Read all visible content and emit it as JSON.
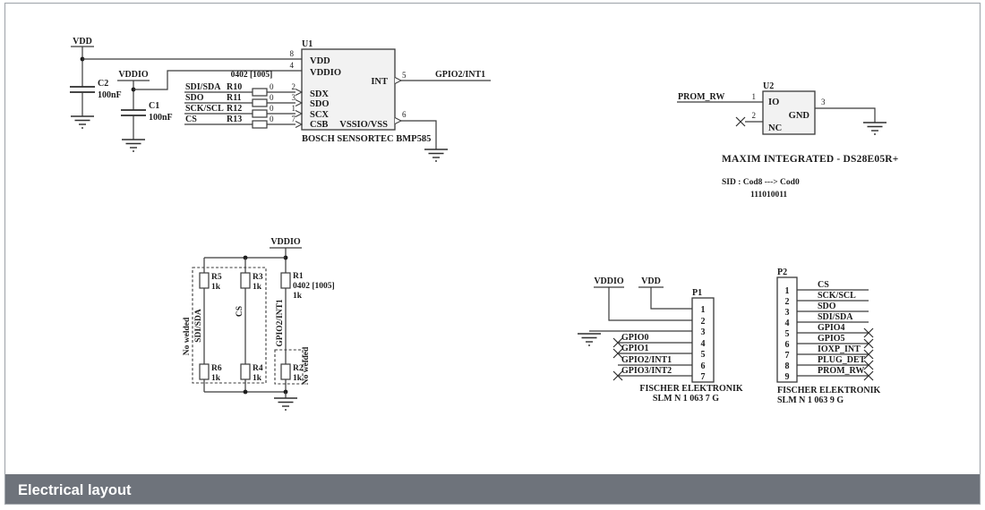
{
  "footer": {
    "title": "Electrical layout"
  },
  "colors": {
    "footer_bar": "#6e737b",
    "chip_fill": "#f2f2f2",
    "line": "#3a3a3a",
    "border": "#a5aaaf"
  },
  "power": {
    "vdd": "VDD",
    "vddio": "VDDIO"
  },
  "caps": {
    "c2_ref": "C2",
    "c2_val": "100nF",
    "c1_ref": "C1",
    "c1_val": "100nF"
  },
  "series_resistors": {
    "note": "0402 [1005]",
    "rows": [
      {
        "net": "SDI/SDA",
        "ref": "R10",
        "value": "0"
      },
      {
        "net": "SDO",
        "ref": "R11",
        "value": "0"
      },
      {
        "net": "SCK/SCL",
        "ref": "R12",
        "value": "0"
      },
      {
        "net": "CS",
        "ref": "R13",
        "value": "0"
      }
    ]
  },
  "sensor": {
    "ref": "U1",
    "name": "BOSCH SENSORTEC BMP585",
    "int_net": "GPIO2/INT1",
    "pins": {
      "vdd": {
        "num": "8",
        "name": "VDD"
      },
      "vddio": {
        "num": "4",
        "name": "VDDIO"
      },
      "sdx": {
        "num": "2",
        "name": "SDX"
      },
      "sdo": {
        "num": "3",
        "name": "SDO"
      },
      "scx": {
        "num": "1",
        "name": "SCX"
      },
      "csb": {
        "num": "7",
        "name": "CSB"
      },
      "int": {
        "num": "5",
        "name": "INT"
      },
      "vss": {
        "num": "6",
        "name": "VSSIO/VSS"
      }
    }
  },
  "eeprom": {
    "ref": "U2",
    "name": "MAXIM INTEGRATED - DS28E05R+",
    "net": "PROM_RW",
    "sid_label": "SID :  Cod8 ---> Cod0",
    "sid_value": "111010011",
    "pins": {
      "io": {
        "num": "1",
        "name": "IO"
      },
      "nc": {
        "num": "2",
        "name": "NC"
      },
      "gnd": {
        "num": "3",
        "name": "GND"
      }
    }
  },
  "pullups": {
    "rail": "VDDIO",
    "note": "0402 [1005]",
    "no_welded_left": "No welded",
    "no_welded_right": "No welded",
    "top": [
      {
        "ref": "R5",
        "val": "1k"
      },
      {
        "ref": "R3",
        "val": "1k"
      },
      {
        "ref": "R1",
        "val": "1k"
      }
    ],
    "bottom": [
      {
        "ref": "R6",
        "val": "1k"
      },
      {
        "ref": "R4",
        "val": "1k"
      },
      {
        "ref": "R2",
        "val": "1k"
      }
    ],
    "nets": [
      "SDI/SDA",
      "CS",
      "GPIO2/INT1"
    ]
  },
  "p1": {
    "ref": "P1",
    "maker": "FISCHER ELEKTRONIK",
    "part": "SLM N 1 063 7 G",
    "rails": {
      "vddio": "VDDIO",
      "vdd": "VDD"
    },
    "pin_numbers": [
      "1",
      "2",
      "3",
      "4",
      "5",
      "6",
      "7"
    ],
    "nets": [
      "GPIO0",
      "GPIO1",
      "GPIO2/INT1",
      "GPIO3/INT2"
    ]
  },
  "p2": {
    "ref": "P2",
    "maker": "FISCHER ELEKTRONIK",
    "part": "SLM N 1 063 9 G",
    "pin_numbers": [
      "1",
      "2",
      "3",
      "4",
      "5",
      "6",
      "7",
      "8",
      "9"
    ],
    "nets": [
      "CS",
      "SCK/SCL",
      "SDO",
      "SDI/SDA",
      "GPIO4",
      "GPIO5",
      "IOXP_INT",
      "PLUG_DET",
      "PROM_RW"
    ]
  }
}
